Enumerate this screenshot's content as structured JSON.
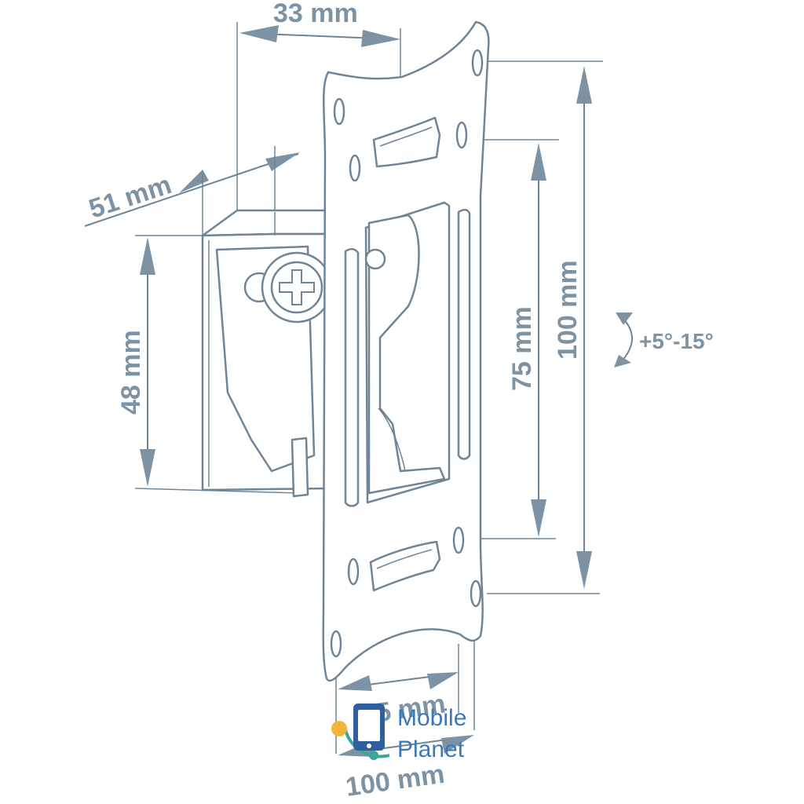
{
  "dimensions": {
    "top_width": "33 mm",
    "depth": "51 mm",
    "height": "48 mm",
    "vesa_inner": "75 mm",
    "vesa_outer": "100 mm",
    "bottom_inner": "75 mm",
    "bottom_outer": "100 mm",
    "tilt": "+5°-15°"
  },
  "logo": {
    "line1": "Mobile",
    "line2": "Planet"
  },
  "colors": {
    "line": "#6f8597",
    "label": "#7d93a3",
    "logo_blue": "#3a78b8",
    "logo_orange": "#f2b53a",
    "logo_green": "#3aa59a"
  }
}
